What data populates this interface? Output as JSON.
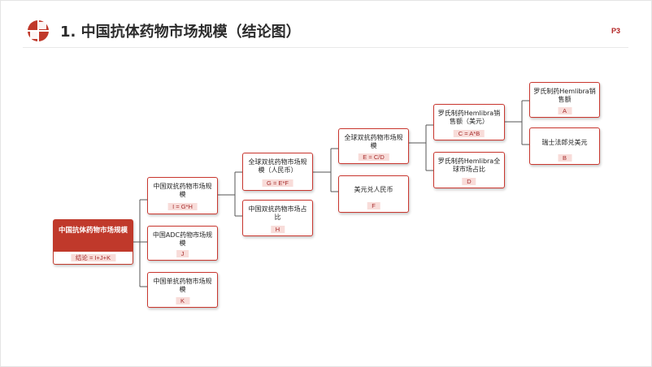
{
  "header": {
    "title": "1.  中国抗体药物市场规模（结论图）",
    "page": "P3"
  },
  "colors": {
    "accent": "#c0392b",
    "node_border": "#c9362e",
    "formula_bg": "#f8dcd9",
    "formula_text": "#a52a2a",
    "connector": "#555555"
  },
  "tree": {
    "root": {
      "label": "中国抗体药物市场规模",
      "formula": "结论 = I+J+K"
    },
    "l1": [
      {
        "label": "中国双抗药物市场规模",
        "formula": "I = G*H"
      },
      {
        "label": "中国ADC药物市场规模",
        "formula": "J"
      },
      {
        "label": "中国单抗药物市场规模",
        "formula": "K"
      }
    ],
    "l2": [
      {
        "label": "全球双抗药物市场规模（人民币）",
        "formula": "G = E*F"
      },
      {
        "label": "中国双抗药物市场占比",
        "formula": "H"
      }
    ],
    "l3": [
      {
        "label": "全球双抗药物市场规模",
        "formula": "E = C/D"
      },
      {
        "label": "美元兑人民币",
        "formula": "F"
      }
    ],
    "l4": [
      {
        "label": "罗氏制药Hemlibra销售额（美元）",
        "formula": "C = A*B"
      },
      {
        "label": "罗氏制药Hemlibra全球市场占比",
        "formula": "D"
      }
    ],
    "l5": [
      {
        "label": "罗氏制药Hemlibra销售额",
        "formula": "A"
      },
      {
        "label": "瑞士法郎兑美元",
        "formula": "B"
      }
    ]
  }
}
